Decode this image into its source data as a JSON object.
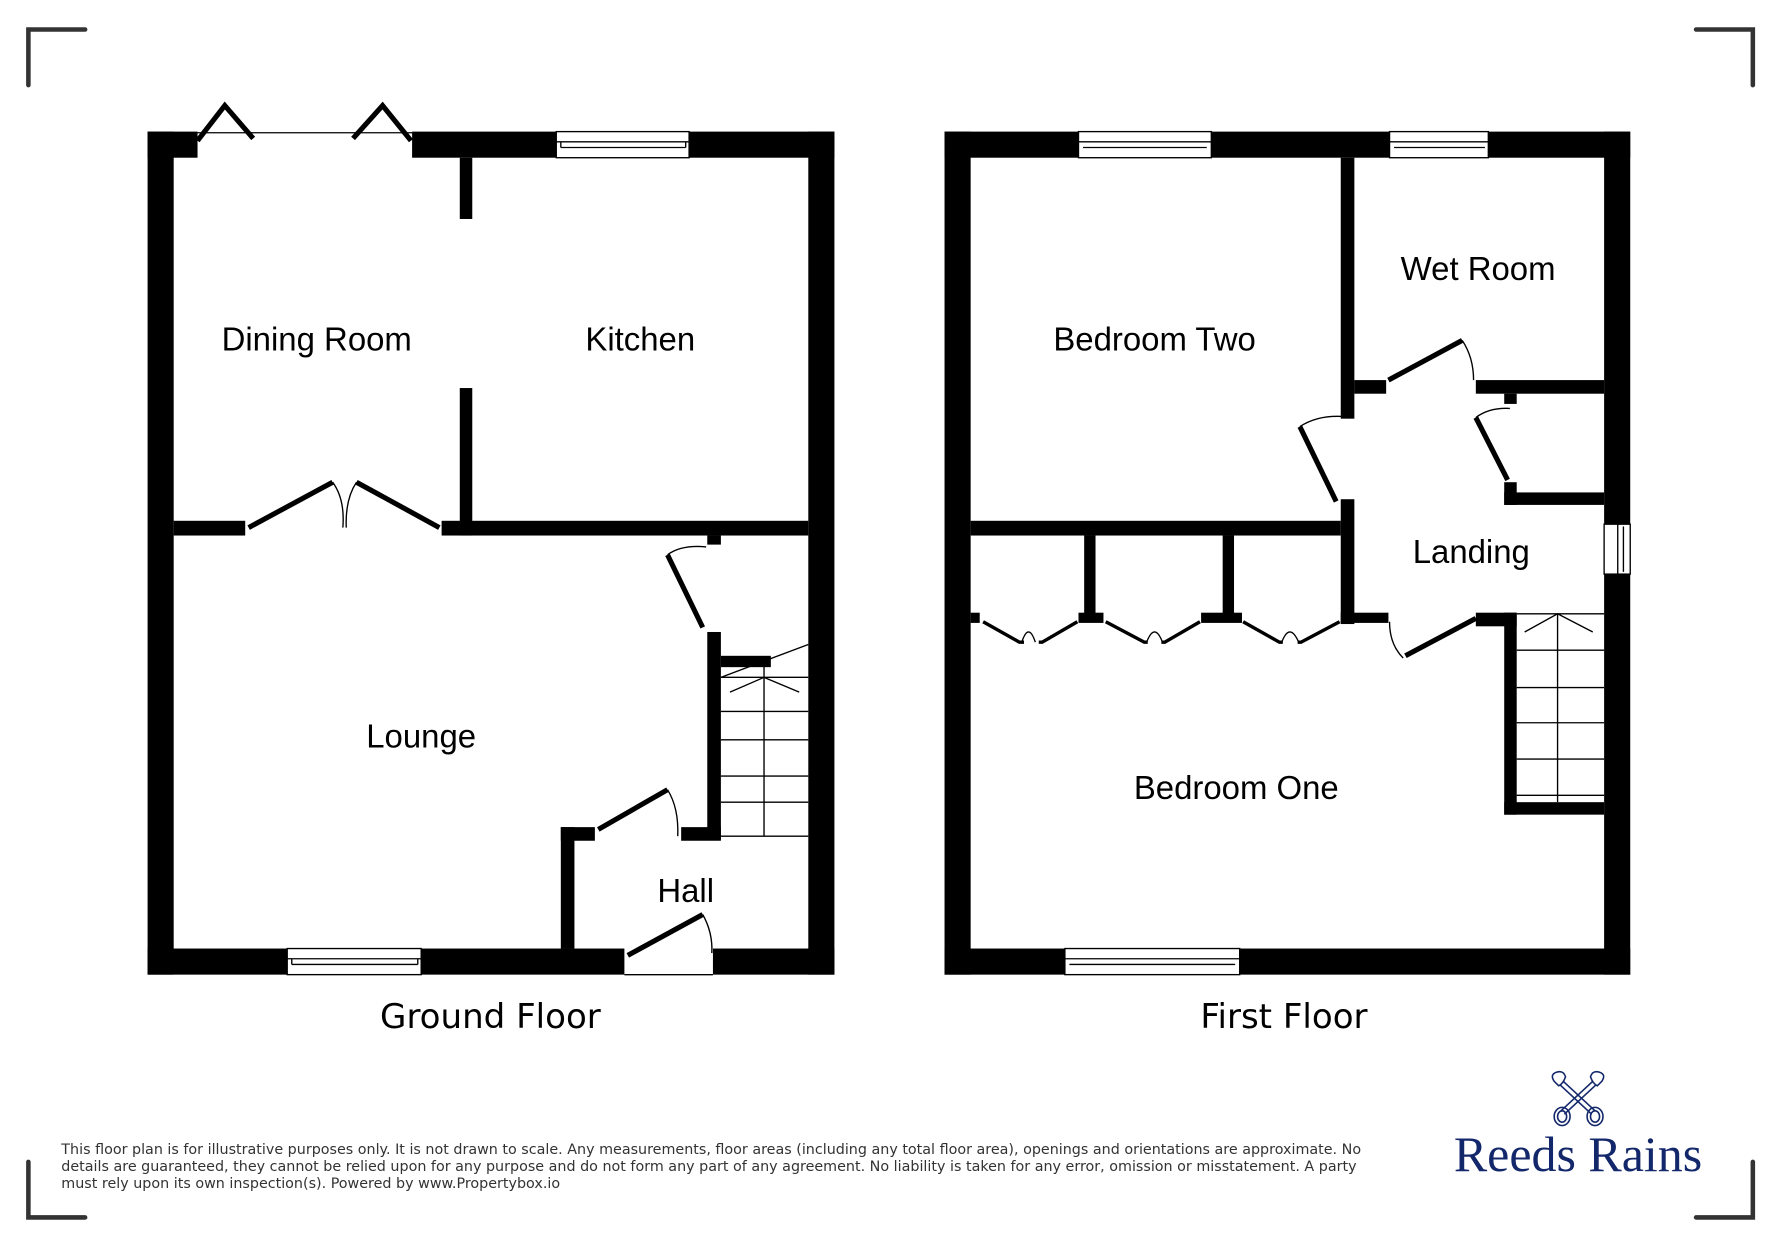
{
  "plan": {
    "ground_floor": {
      "label": "Ground Floor",
      "rooms": [
        {
          "name": "Dining Room"
        },
        {
          "name": "Kitchen"
        },
        {
          "name": "Lounge"
        },
        {
          "name": "Hall"
        }
      ]
    },
    "first_floor": {
      "label": "First Floor",
      "rooms": [
        {
          "name": "Bedroom Two"
        },
        {
          "name": "Wet Room"
        },
        {
          "name": "Landing"
        },
        {
          "name": "Bedroom One"
        }
      ]
    }
  },
  "footer": {
    "disclaimer_lines": [
      "This floor plan is for illustrative purposes only. It is not drawn to scale. Any measurements, floor areas (including any total floor area), openings and orientations are approximate. No",
      "details are guaranteed, they cannot be relied upon for any purpose and do not form any part of any agreement. No liability is taken for any error, omission or misstatement. A party",
      "must rely upon its own inspection(s). Powered by www.Propertybox.io"
    ],
    "brand": {
      "name": "Reeds Rains",
      "icon": "crossed-keys-icon",
      "color": "#13276b"
    }
  }
}
